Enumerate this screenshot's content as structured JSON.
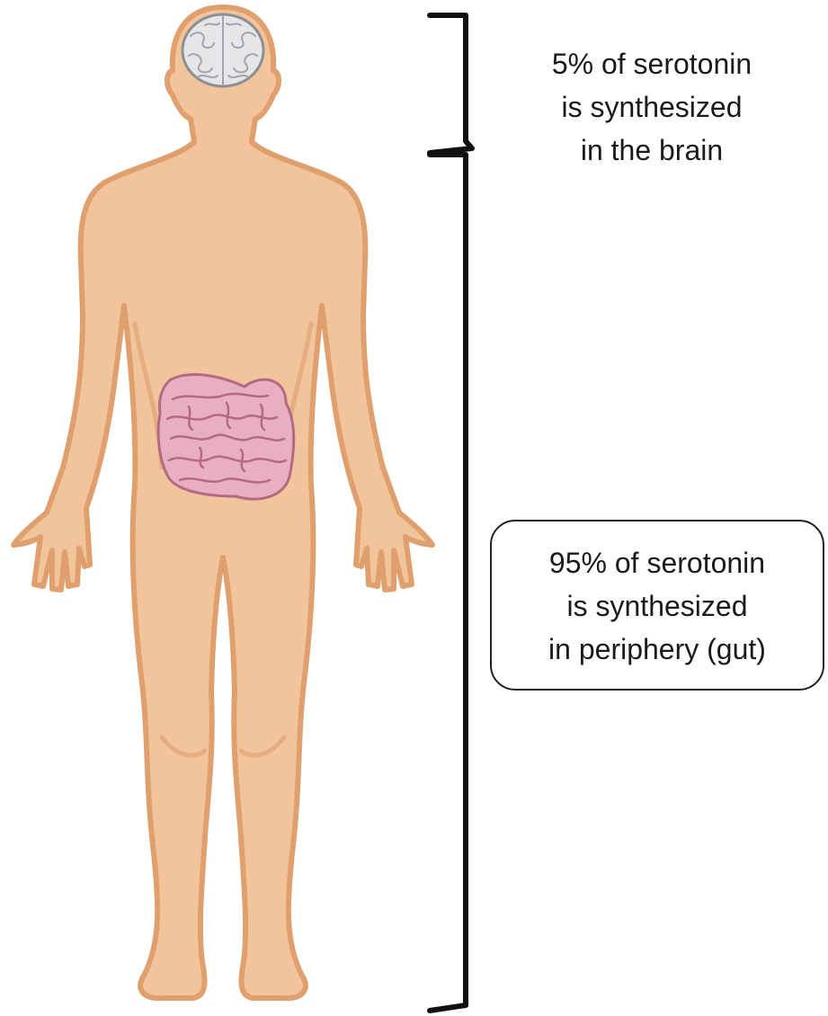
{
  "figure": {
    "colors": {
      "skin": "#F2C49B",
      "skin_outline": "#E0A06E",
      "brain": "#E6E6E8",
      "brain_outline": "#8E8E94",
      "intestine": "#E8AFC0",
      "intestine_outline": "#B46A82",
      "bracket": "#111111"
    },
    "icons": [
      "human-body-icon",
      "brain-icon",
      "intestine-icon"
    ]
  },
  "labels": {
    "brain": {
      "line1": "5% of serotonin",
      "line2": "is synthesized",
      "line3": "in the brain"
    },
    "gut": {
      "line1": "95% of serotonin",
      "line2": "is synthesized",
      "line3": "in periphery (gut)"
    }
  }
}
